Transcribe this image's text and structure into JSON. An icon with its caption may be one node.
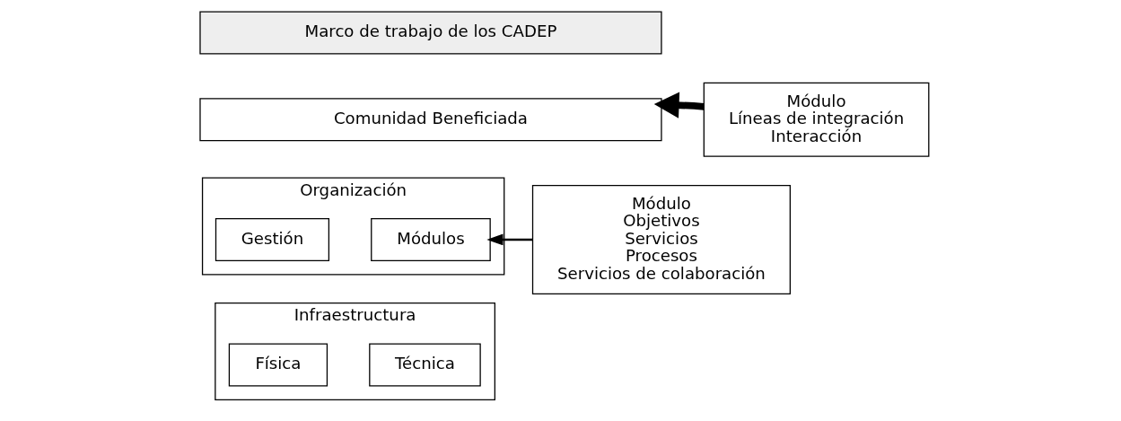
{
  "diagram": {
    "nodes": [
      {
        "text": [
          "Marco de trabajo de los CADEP"
        ]
      },
      {
        "text": [
          "Comunidad Beneficiada"
        ]
      },
      {
        "text": [
          "Módulo",
          "Líneas de integración",
          "Interacción"
        ]
      },
      {
        "text": [
          "Organización"
        ]
      },
      {
        "text": [
          "Gestión"
        ],
        "in": 3
      },
      {
        "text": [
          "Módulos"
        ],
        "in": 3
      },
      {
        "text": [
          "Infraestructura"
        ]
      },
      {
        "text": [
          "Física"
        ],
        "in": 6
      },
      {
        "text": [
          "Técnica"
        ],
        "in": 6
      },
      {
        "text": [
          "Módulo",
          "Objetivos",
          "Servicios",
          "Procesos",
          "Servicios de colaboración"
        ]
      }
    ],
    "edges": [
      {
        "from": 2,
        "to": 1,
        "arrow": "to",
        "style": "thick"
      },
      {
        "from": 9,
        "to": 5,
        "arrow": "to"
      }
    ]
  }
}
